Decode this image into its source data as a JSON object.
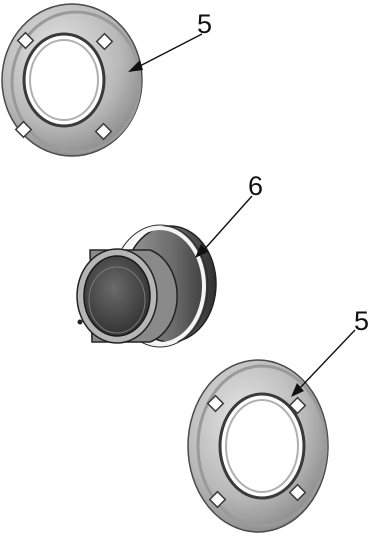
{
  "callouts": [
    {
      "id": "top-flange",
      "label": "5"
    },
    {
      "id": "bearing-insert",
      "label": "6"
    },
    {
      "id": "bottom-flange",
      "label": "5"
    }
  ],
  "colors": {
    "flange_outer": "#c9c9c9",
    "flange_shade": "#8e8e8e",
    "bore_fill": "#ffffff",
    "insert_body": "#7c7c7c",
    "insert_dark": "#3e3e3e",
    "line": "#111111"
  }
}
